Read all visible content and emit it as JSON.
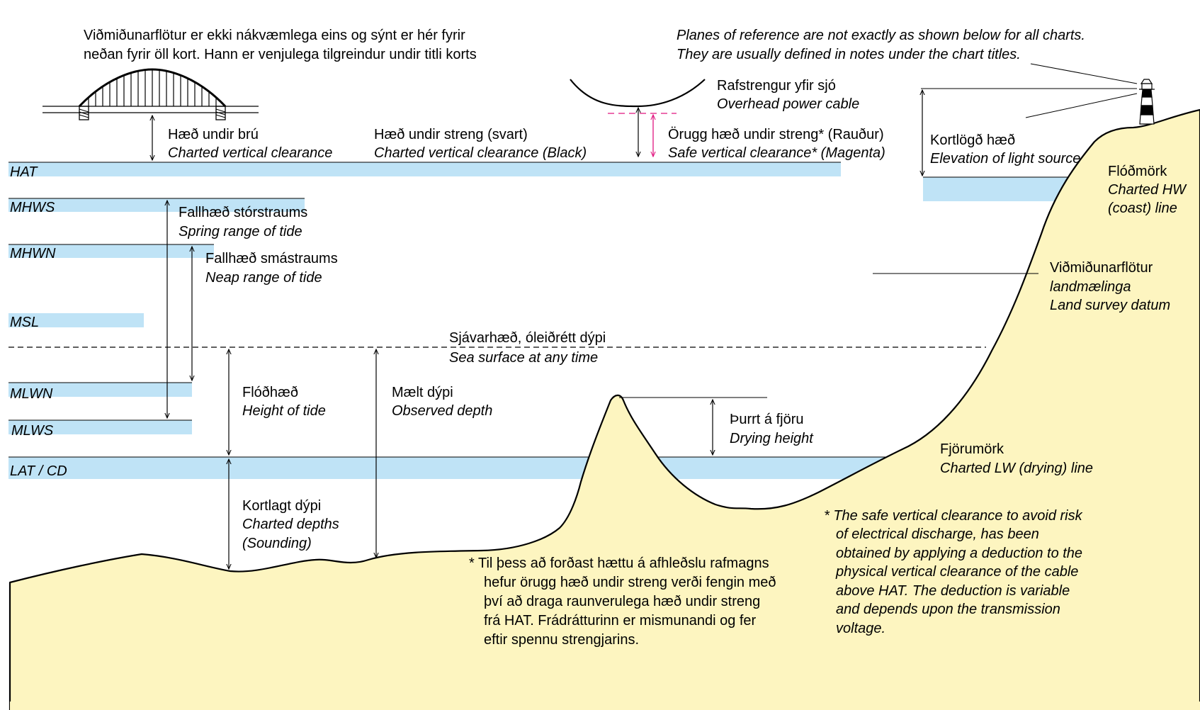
{
  "colors": {
    "water": "#bfe3f6",
    "land": "#fdf5c0",
    "magenta": "#e0157f",
    "line": "#000000"
  },
  "header": {
    "is_line1": "Viðmiðunarflötur er ekki nákvæmlega eins og sýnt er hér fyrir",
    "is_line2": "neðan fyrir öll kort. Hann er venjulega tilgreindur undir titli korts",
    "en_line1": "Planes of reference are not exactly as shown below for all charts.",
    "en_line2": "They are usually defined in notes under the chart titles."
  },
  "levels": {
    "hat": "HAT",
    "mhws": "MHWS",
    "mhwn": "MHWN",
    "msl": "MSL",
    "mlwn": "MLWN",
    "mlws": "MLWS",
    "lat": "LAT / CD"
  },
  "labels": {
    "bridge_is": "Hæð undir brú",
    "bridge_en": "Charted vertical clearance",
    "cable_black_is": "Hæð undir streng (svart)",
    "cable_black_en": "Charted vertical clearance (Black)",
    "power_cable_is": "Rafstrengur yfir sjó",
    "power_cable_en": "Overhead power cable",
    "safe_is": "Örugg hæð undir streng* (Rauður)",
    "safe_en": "Safe vertical clearance* (Magenta)",
    "light_is": "Kortlögð hæð",
    "light_en": "Elevation of light source",
    "hw_is": "Flóðmörk",
    "hw_en1": "Charted HW",
    "hw_en2": "(coast) line",
    "spring_is": "Fallhæð stórstraums",
    "spring_en": "Spring range of tide",
    "neap_is": "Fallhæð smástraums",
    "neap_en": "Neap range of tide",
    "survey_is1": "Viðmiðunarflötur",
    "survey_is2": "landmælinga",
    "survey_en": "Land survey datum",
    "sea_is": "Sjávarhæð, óleiðrétt dýpi",
    "sea_en": "Sea surface at any time",
    "tide_is": "Flóðhæð",
    "tide_en": "Height of tide",
    "observed_is": "Mælt dýpi",
    "observed_en": "Observed depth",
    "drying_is": "Þurrt á fjöru",
    "drying_en": "Drying height",
    "lw_is": "Fjörumörk",
    "lw_en": "Charted LW (drying) line",
    "charted_is": "Kortlagt dýpi",
    "charted_en1": "Charted depths",
    "charted_en2": "(Sounding)"
  },
  "notes": {
    "is": [
      "*  Til þess að forðast hættu á afhleðslu rafmagns",
      "hefur örugg hæð undir streng verði fengin með",
      "því að draga raunverulega hæð undir streng",
      "frá HAT. Frádrátturinn er mismunandi og fer",
      "eftir spennu strengjarins."
    ],
    "en": [
      "* The safe vertical clearance to avoid risk",
      "of     electrical     discharge,     has     been",
      "obtained by applying a deduction to the",
      "physical vertical clearance of the cable",
      "above HAT. The deduction is variable",
      "and  depends  upon  the  transmission",
      "voltage."
    ]
  }
}
